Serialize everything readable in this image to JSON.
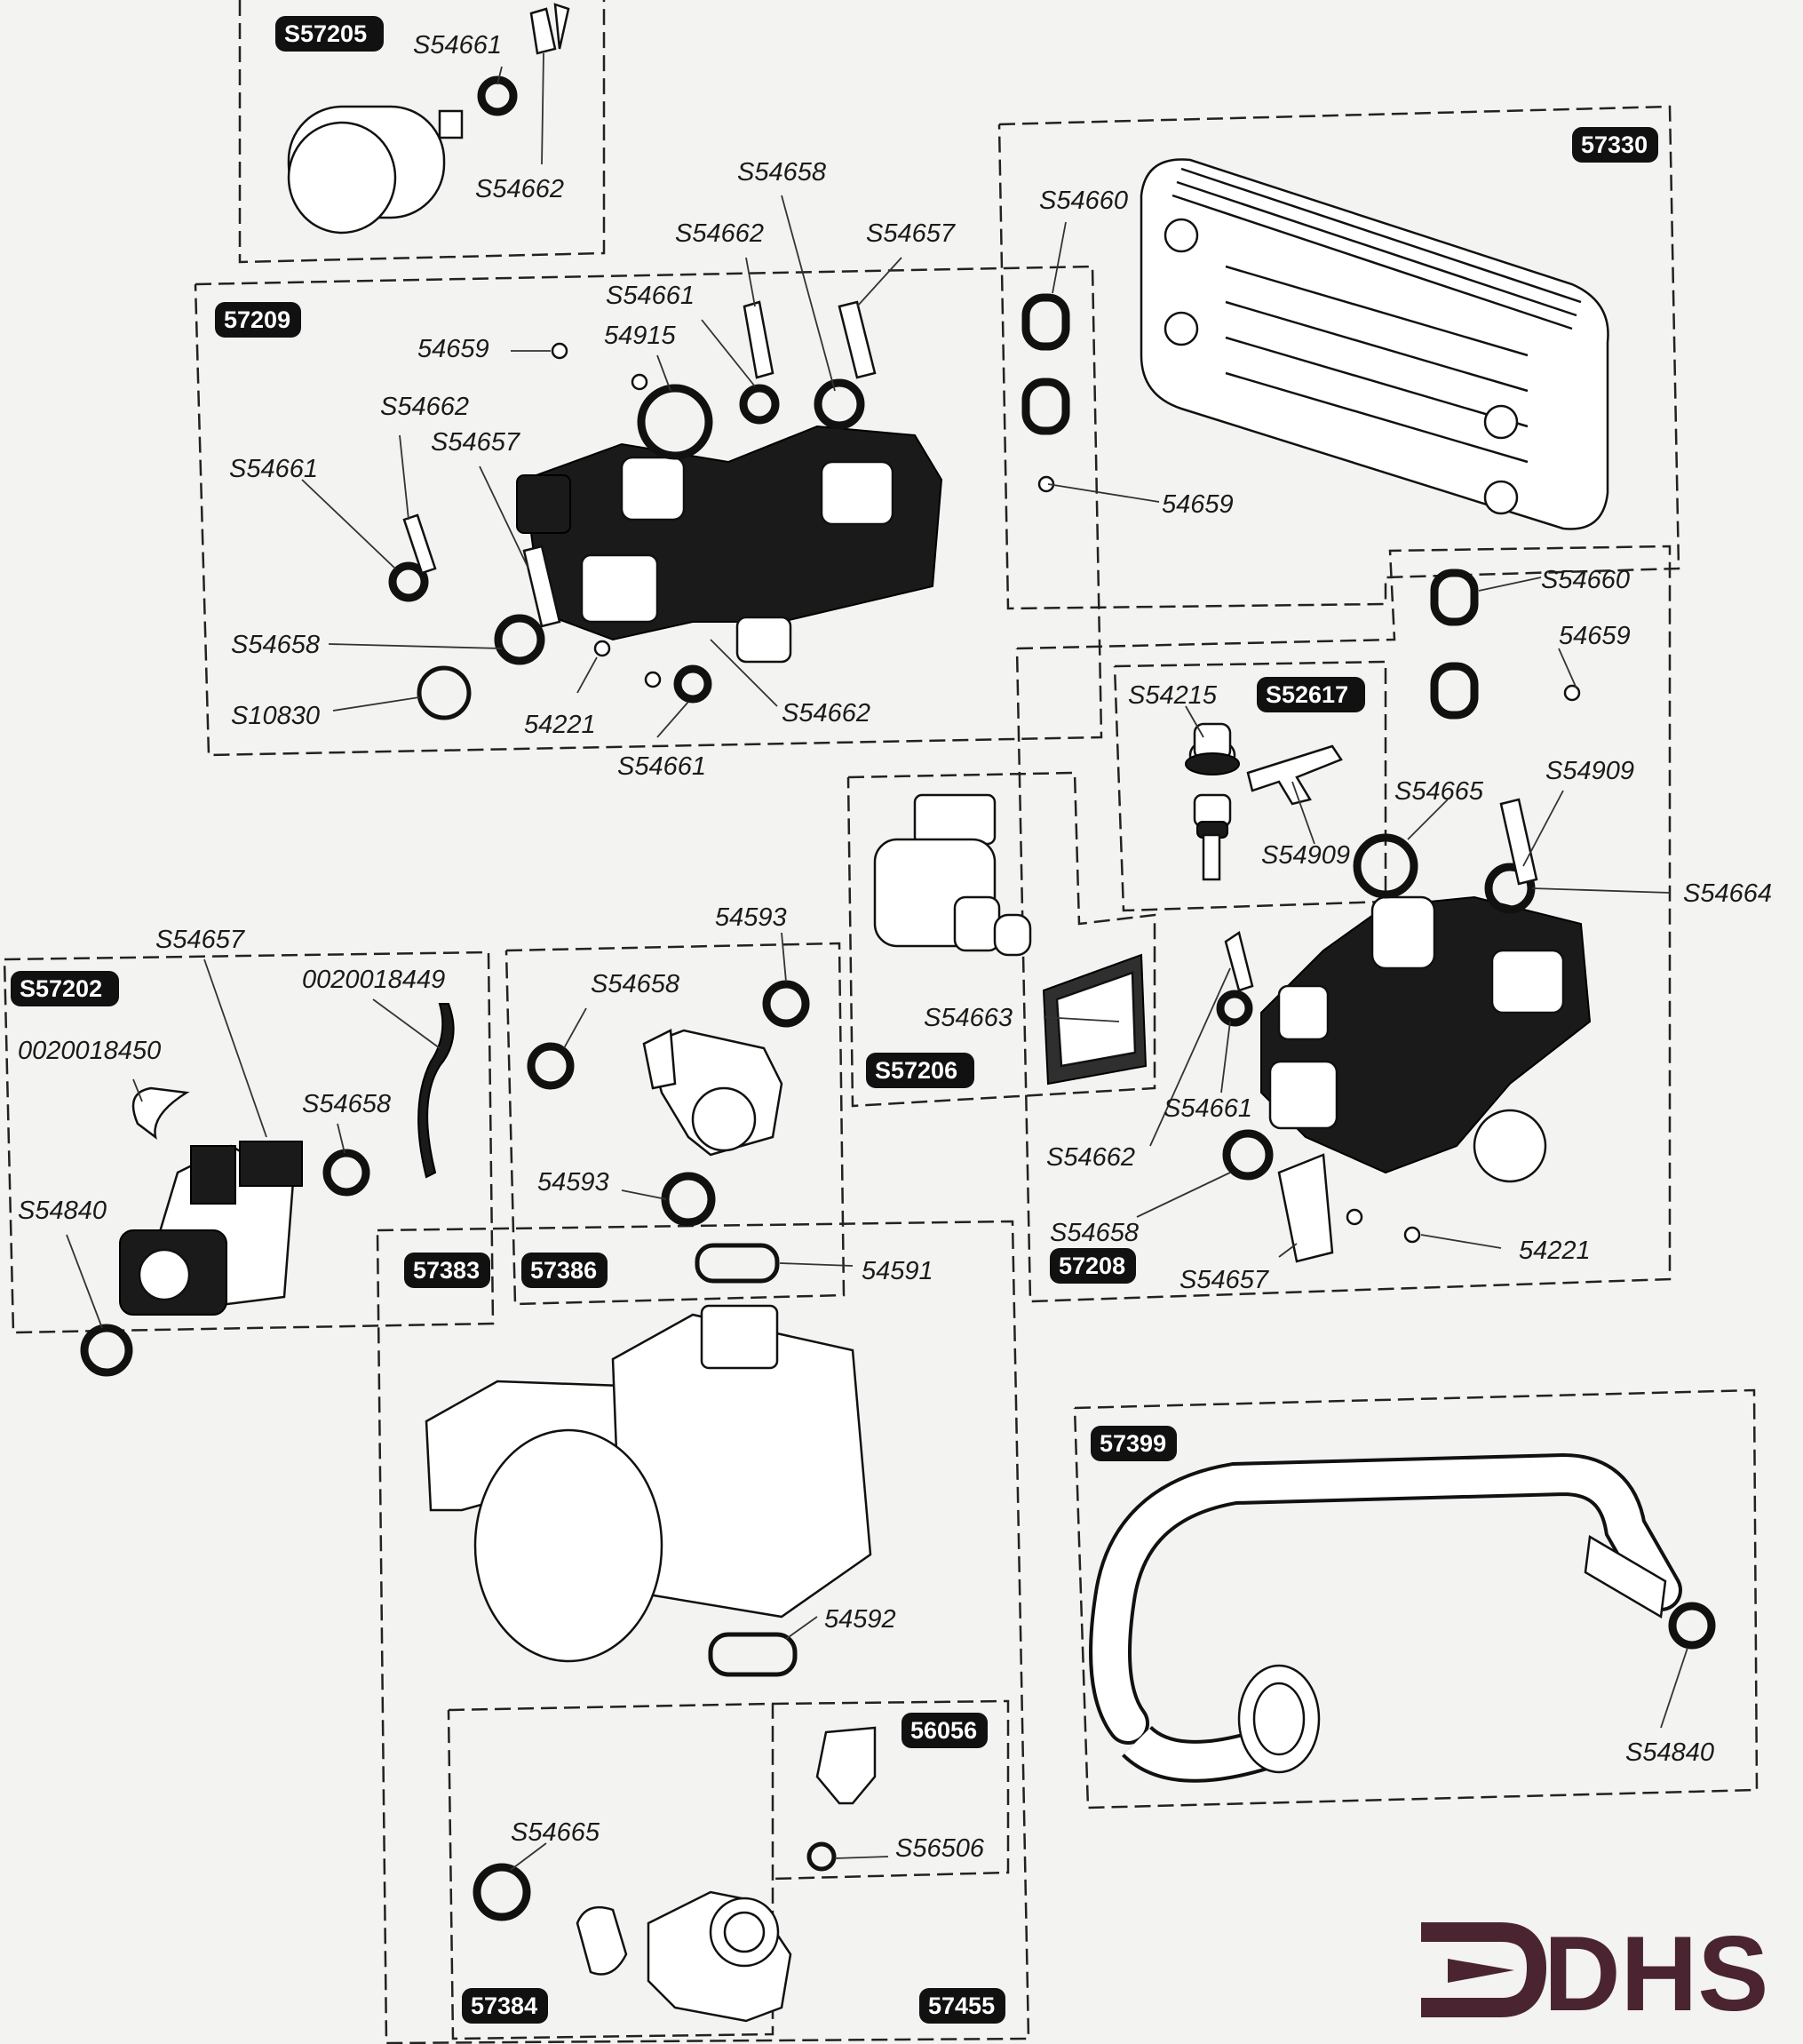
{
  "badges": {
    "b_s57205": "S57205",
    "b_57209": "57209",
    "b_57330": "57330",
    "b_s52617": "S52617",
    "b_s57202": "S57202",
    "b_s57206": "S57206",
    "b_57208": "57208",
    "b_57383": "57383",
    "b_57386": "57386",
    "b_57399": "57399",
    "b_56056": "56056",
    "b_57384": "57384",
    "b_57455": "57455"
  },
  "labels": {
    "l01": "S54661",
    "l02": "S54662",
    "l03": "S54658",
    "l04": "S54662",
    "l05": "S54657",
    "l06": "S54661",
    "l07": "54915",
    "l08": "54659",
    "l09": "S54662",
    "l10": "S54657",
    "l11": "S54661",
    "l12": "S54658",
    "l13": "S10830",
    "l14": "54221",
    "l15": "S54661",
    "l16": "S54662",
    "l17": "S54660",
    "l18": "54659",
    "l19": "S54660",
    "l20": "54659",
    "l21": "S54215",
    "l22": "S54909",
    "l23": "S54665",
    "l24": "S54909",
    "l25": "S54664",
    "l26": "S54663",
    "l27": "S54661",
    "l28": "S54662",
    "l29": "S54658",
    "l30": "S54657",
    "l31": "54221",
    "l32": "S54657",
    "l33": "0020018449",
    "l34": "0020018450",
    "l35": "S54658",
    "l36": "S54840",
    "l37": "54593",
    "l38": "S54658",
    "l39": "54593",
    "l40": "54591",
    "l41": "54592",
    "l42": "S54665",
    "l43": "S56506",
    "l44": "S54840"
  },
  "logo": {
    "text": "DHS",
    "color": "#4a2430"
  }
}
